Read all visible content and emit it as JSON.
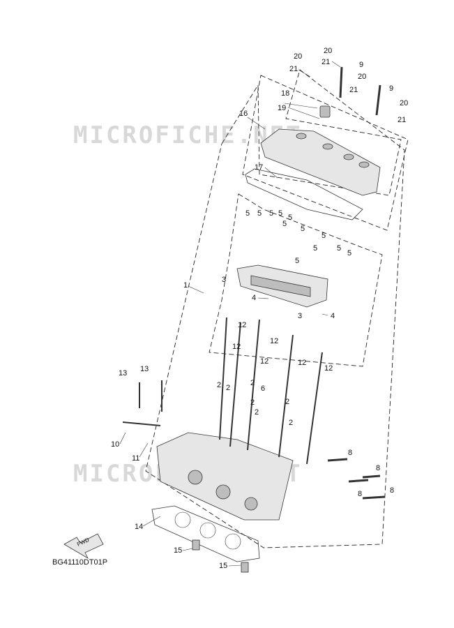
{
  "diagram": {
    "watermark": "MICROFICHE.NET",
    "fwd_label": "FWD",
    "diagram_code": "BG41110DT01P",
    "callouts": [
      {
        "id": "c20a",
        "text": "20"
      },
      {
        "id": "c21a",
        "text": "21"
      },
      {
        "id": "c20b",
        "text": "20"
      },
      {
        "id": "c21b",
        "text": "21"
      },
      {
        "id": "c9a",
        "text": "9"
      },
      {
        "id": "c20c",
        "text": "20"
      },
      {
        "id": "c21c",
        "text": "21"
      },
      {
        "id": "c9b",
        "text": "9"
      },
      {
        "id": "c20d",
        "text": "20"
      },
      {
        "id": "c21d",
        "text": "21"
      },
      {
        "id": "c18",
        "text": "18"
      },
      {
        "id": "c19",
        "text": "19"
      },
      {
        "id": "c16",
        "text": "16"
      },
      {
        "id": "c17",
        "text": "17"
      },
      {
        "id": "c5a",
        "text": "5"
      },
      {
        "id": "c5b",
        "text": "5"
      },
      {
        "id": "c5c",
        "text": "5"
      },
      {
        "id": "c5d",
        "text": "5"
      },
      {
        "id": "c5e",
        "text": "5"
      },
      {
        "id": "c5f",
        "text": "5"
      },
      {
        "id": "c5g",
        "text": "5"
      },
      {
        "id": "c5h",
        "text": "5"
      },
      {
        "id": "c5i",
        "text": "5"
      },
      {
        "id": "c5j",
        "text": "5"
      },
      {
        "id": "c5k",
        "text": "5"
      },
      {
        "id": "c5l",
        "text": "5"
      },
      {
        "id": "c1",
        "text": "1"
      },
      {
        "id": "c3a",
        "text": "3"
      },
      {
        "id": "c4a",
        "text": "4"
      },
      {
        "id": "c3b",
        "text": "3"
      },
      {
        "id": "c4b",
        "text": "4"
      },
      {
        "id": "c12a",
        "text": "12"
      },
      {
        "id": "c12b",
        "text": "12"
      },
      {
        "id": "c12c",
        "text": "12"
      },
      {
        "id": "c12d",
        "text": "12"
      },
      {
        "id": "c12e",
        "text": "12"
      },
      {
        "id": "c12f",
        "text": "12"
      },
      {
        "id": "c13a",
        "text": "13"
      },
      {
        "id": "c13b",
        "text": "13"
      },
      {
        "id": "c2a",
        "text": "2"
      },
      {
        "id": "c2b",
        "text": "2"
      },
      {
        "id": "c2c",
        "text": "2"
      },
      {
        "id": "c6",
        "text": "6"
      },
      {
        "id": "c2d",
        "text": "2"
      },
      {
        "id": "c2e",
        "text": "2"
      },
      {
        "id": "c2f",
        "text": "2"
      },
      {
        "id": "c2g",
        "text": "2"
      },
      {
        "id": "c10",
        "text": "10"
      },
      {
        "id": "c11",
        "text": "11"
      },
      {
        "id": "c8a",
        "text": "8"
      },
      {
        "id": "c8b",
        "text": "8"
      },
      {
        "id": "c8c",
        "text": "8"
      },
      {
        "id": "c8d",
        "text": "8"
      },
      {
        "id": "c14",
        "text": "14"
      },
      {
        "id": "c15a",
        "text": "15"
      },
      {
        "id": "c15b",
        "text": "15"
      }
    ]
  }
}
